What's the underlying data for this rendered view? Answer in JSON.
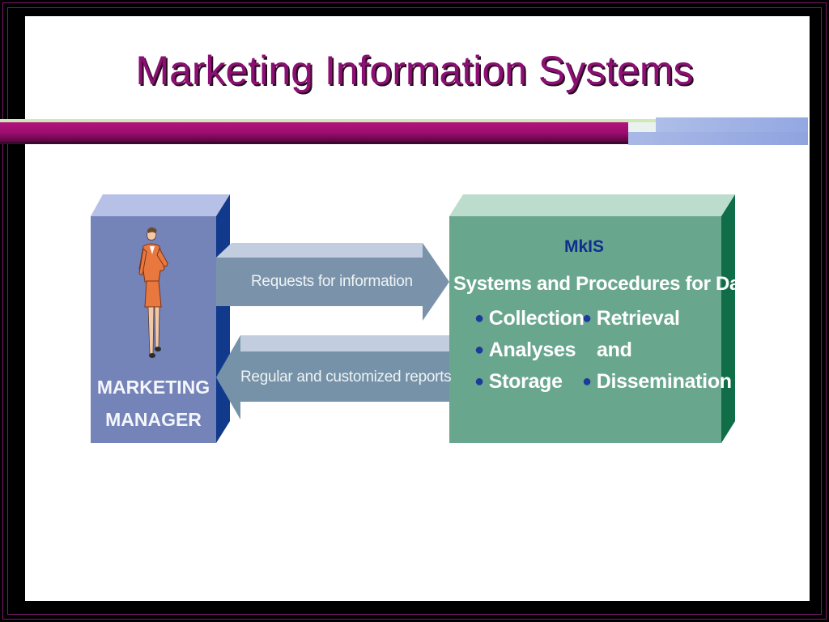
{
  "slide": {
    "title": "Marketing Information Systems"
  },
  "diagram": {
    "manager_label_line1": "MARKETING",
    "manager_label_line2": "MANAGER",
    "arrow_request_label": "Requests for information",
    "arrow_reports_label": "Regular and customized reports",
    "mkis_title": "MkIS",
    "mkis_subtitle": "Systems and Procedures for Data:",
    "bullets_left": [
      "Collection",
      "Analyses",
      "Storage"
    ],
    "bullets_right": [
      "Retrieval",
      "and",
      "Dissemination"
    ]
  },
  "colors": {
    "title": "#8c0f73",
    "manager_box": "#7483b8",
    "mkis_box": "#69a68e",
    "arrow": "#7692a8",
    "accent_band": "#9b0d6f"
  },
  "icons": {
    "manager_figure": "businesswoman-icon",
    "bullet": "bullet-dot-icon"
  }
}
